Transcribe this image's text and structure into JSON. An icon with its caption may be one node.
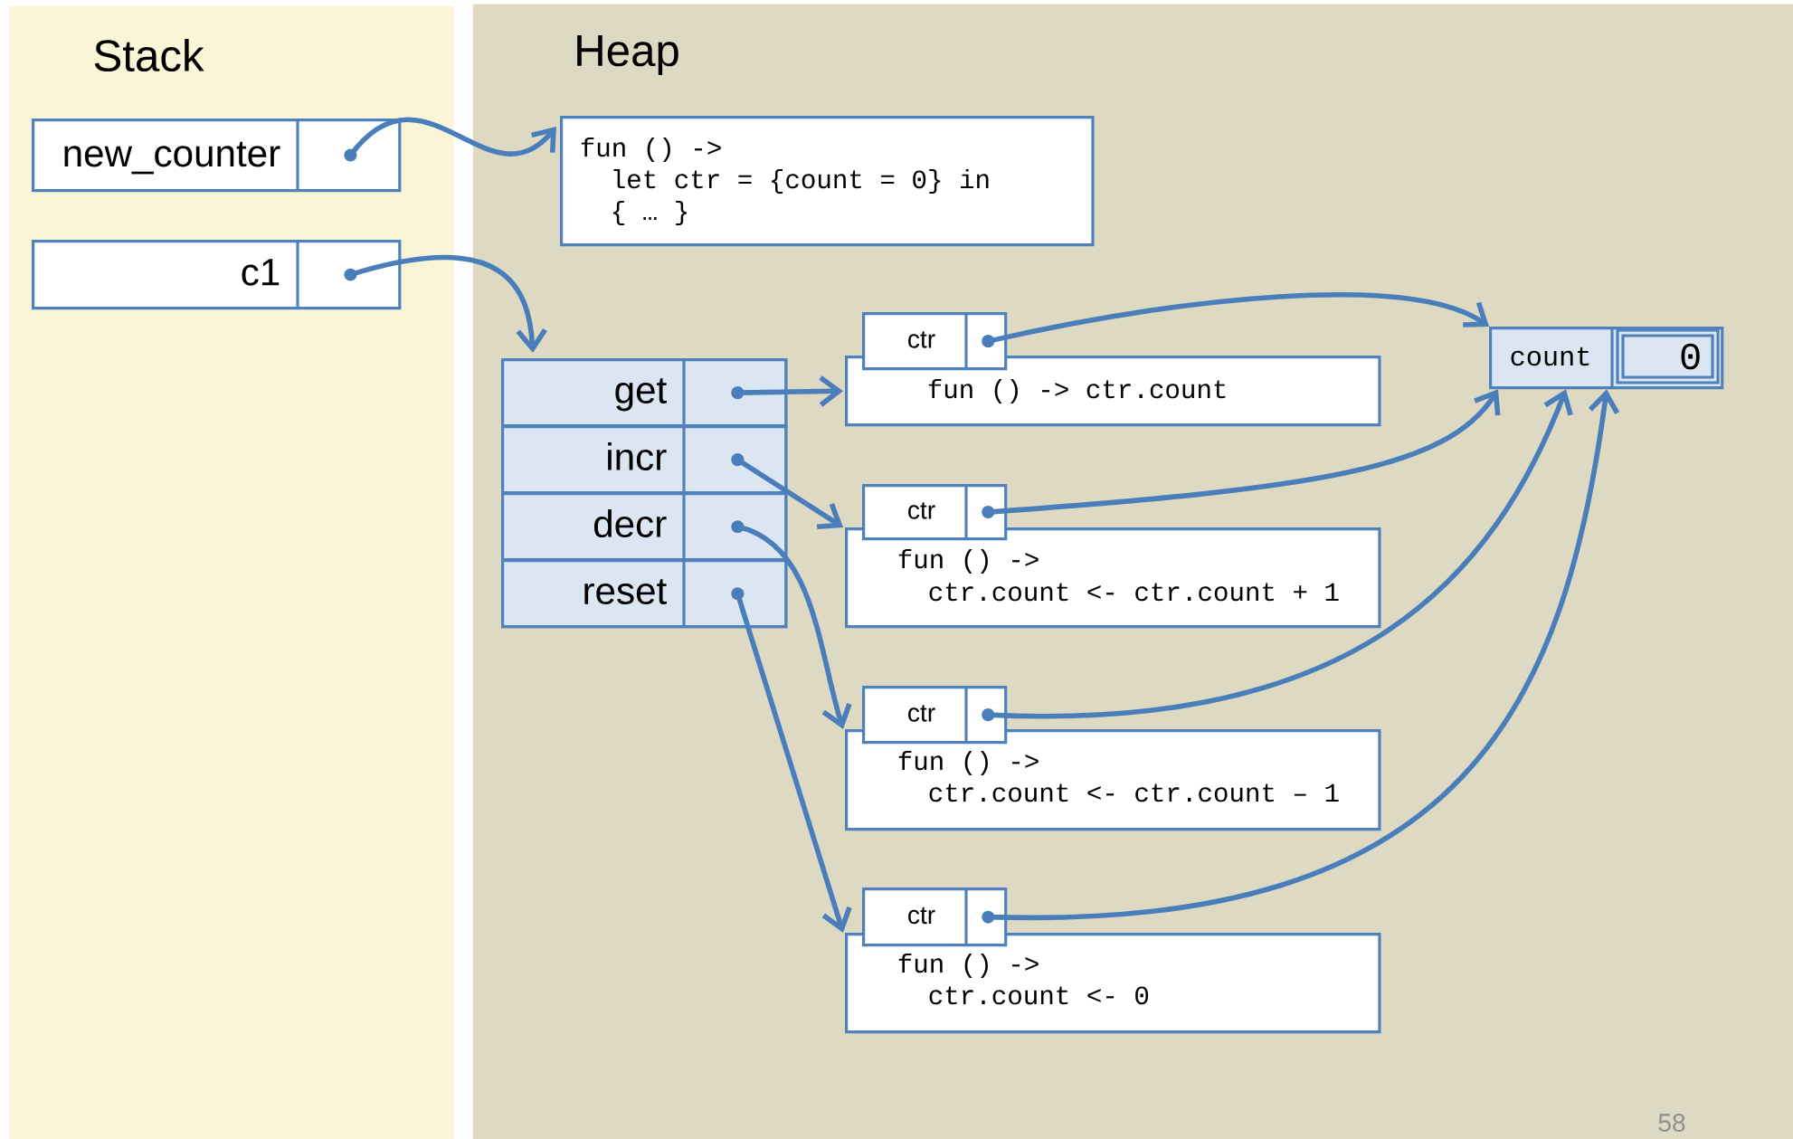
{
  "diagram": {
    "nodes": [
      {
        "text": [
          "Stack"
        ]
      },
      {
        "text": [
          "Heap"
        ]
      },
      {
        "text": [
          "new_counter"
        ],
        "in": 0
      },
      {
        "text": [
          "c1"
        ],
        "in": 0
      },
      {
        "text": [
          "fun () ->",
          "let ctr = {count = 0} in",
          "{ … }"
        ],
        "in": 1
      },
      {
        "text": [],
        "shape": "box",
        "in": 1
      },
      {
        "text": [
          "get"
        ],
        "in": 5
      },
      {
        "text": [
          "incr"
        ],
        "in": 5
      },
      {
        "text": [
          "decr"
        ],
        "in": 5
      },
      {
        "text": [
          "reset"
        ],
        "in": 5
      },
      {
        "text": [
          "ctr"
        ],
        "in": 1
      },
      {
        "text": [
          "fun () -> ctr.count"
        ],
        "in": 1
      },
      {
        "text": [
          "ctr"
        ],
        "in": 1
      },
      {
        "text": [
          "fun () ->",
          "ctr.count <- ctr.count + 1"
        ],
        "in": 1
      },
      {
        "text": [
          "ctr"
        ],
        "in": 1
      },
      {
        "text": [
          "fun () ->",
          "ctr.count <- ctr.count – 1"
        ],
        "in": 1
      },
      {
        "text": [
          "ctr"
        ],
        "in": 1
      },
      {
        "text": [
          "fun () ->",
          "ctr.count <- 0"
        ],
        "in": 1
      },
      {
        "text": [
          "count",
          "0"
        ],
        "in": 1
      }
    ],
    "edges": [
      {
        "from": 2,
        "to": 4,
        "arrow": "to"
      },
      {
        "from": 3,
        "to": 5,
        "arrow": "to"
      },
      {
        "from": 6,
        "to": 11,
        "arrow": "to"
      },
      {
        "from": 7,
        "to": 13,
        "arrow": "to"
      },
      {
        "from": 8,
        "to": 15,
        "arrow": "to"
      },
      {
        "from": 9,
        "to": 17,
        "arrow": "to"
      },
      {
        "from": 10,
        "to": 18,
        "arrow": "to"
      },
      {
        "from": 12,
        "to": 18,
        "arrow": "to"
      },
      {
        "from": 14,
        "to": 18,
        "arrow": "to"
      },
      {
        "from": 16,
        "to": 18,
        "arrow": "to"
      }
    ],
    "labels": [
      "58"
    ]
  }
}
